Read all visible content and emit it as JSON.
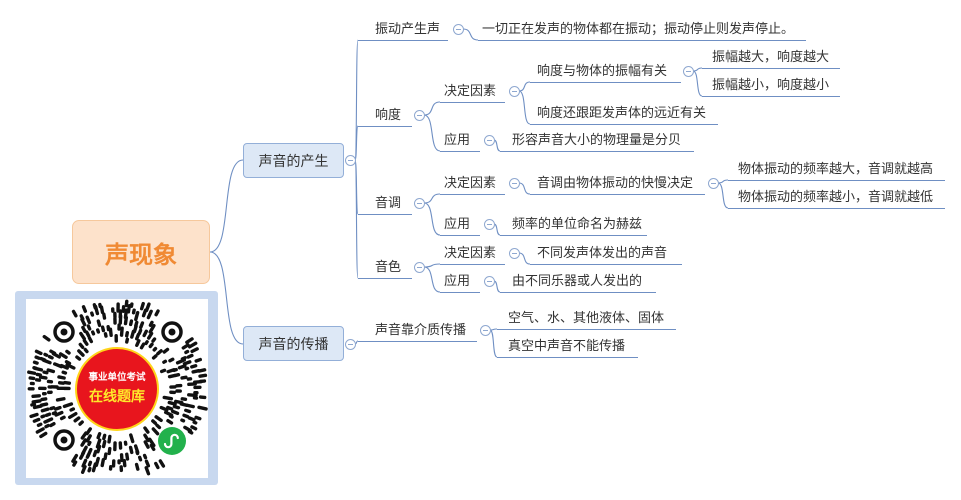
{
  "mindmap": {
    "root": "声现象",
    "production": {
      "label": "声音的产生",
      "vibration": {
        "label": "振动产生声",
        "detail": "一切正在发声的物体都在振动；振动停止则发声停止。"
      },
      "loudness": {
        "label": "响度",
        "determinant": {
          "label": "决定因素",
          "amplitude": {
            "label": "响度与物体的振幅有关",
            "larger": "振幅越大，响度越大",
            "smaller": "振幅越小，响度越小"
          },
          "distance": "响度还跟距发声体的远近有关"
        },
        "application": {
          "label": "应用",
          "detail": "形容声音大小的物理量是分贝"
        }
      },
      "pitch": {
        "label": "音调",
        "determinant": {
          "label": "决定因素",
          "rule": {
            "label": "音调由物体振动的快慢决定",
            "higher": "物体振动的频率越大，音调就越高",
            "lower": "物体振动的频率越小，音调就越低"
          }
        },
        "application": {
          "label": "应用",
          "detail": "频率的单位命名为赫兹"
        }
      },
      "timbre": {
        "label": "音色",
        "determinant": {
          "label": "决定因素",
          "detail": "不同发声体发出的声音"
        },
        "application": {
          "label": "应用",
          "detail": "由不同乐器或人发出的"
        }
      }
    },
    "propagation": {
      "label": "声音的传播",
      "medium": {
        "label": "声音靠介质传播",
        "carriers": "空气、水、其他液体、固体",
        "vacuum": "真空中声音不能传播"
      }
    }
  },
  "qr_badge": {
    "line1": "事业单位考试",
    "line2": "在线题库"
  },
  "icons": {
    "collapse": "minus-circle-icon",
    "miniprogram": "wechat-miniprogram-icon",
    "qr": "qr-code-icon"
  },
  "colors": {
    "root_fill": "#fde2cb",
    "root_text": "#f08a34",
    "branch_fill": "#dde8f6",
    "connector": "#6f8fc3",
    "badge_red": "#e8151d",
    "badge_yellow": "#ffe82a",
    "miniprogram_green": "#22b14c",
    "qr_frame": "#c8d8ef"
  }
}
